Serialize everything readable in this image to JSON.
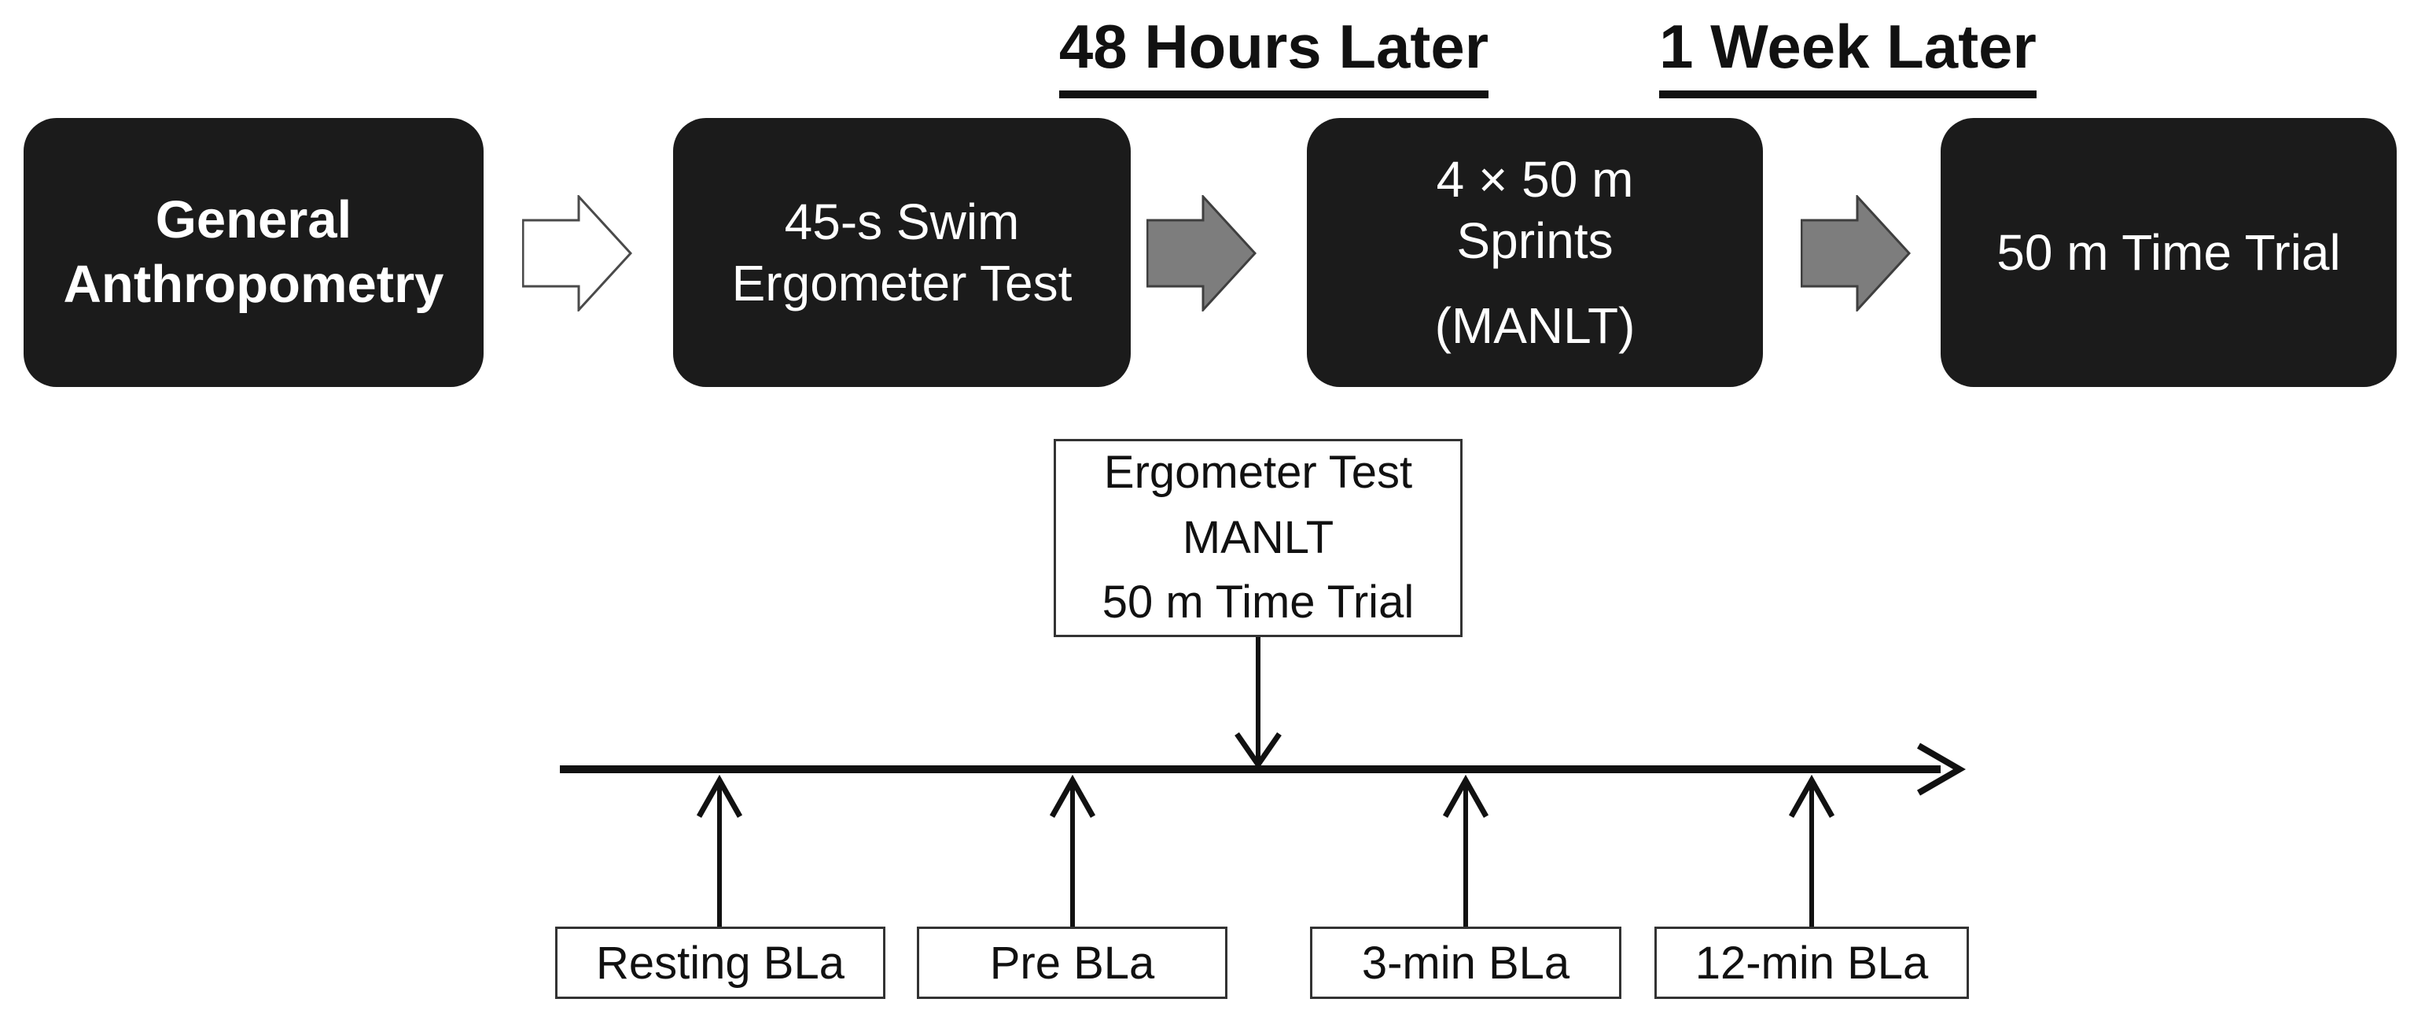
{
  "figure": {
    "description": "Study protocol flow diagram with timeline of blood lactate (BLa) sampling",
    "background": "#ffffff"
  },
  "phase_headers": [
    {
      "label": "48 Hours Later"
    },
    {
      "label": "1 Week Later"
    }
  ],
  "flow_steps": [
    {
      "lines": [
        "General",
        "Anthropometry"
      ]
    },
    {
      "lines": [
        "45-s Swim",
        "Ergometer Test"
      ]
    },
    {
      "lines": [
        "4 × 50 m",
        "Sprints",
        "(MANLT)"
      ]
    },
    {
      "lines": [
        "50 m Time Trial"
      ]
    }
  ],
  "flow_connectors": [
    {
      "name": "arrow-1",
      "fill": "#ffffff",
      "stroke": "#4a4a4a"
    },
    {
      "name": "arrow-2",
      "fill": "#7d7d7d",
      "stroke": "#3f3f3f"
    },
    {
      "name": "arrow-3",
      "fill": "#7d7d7d",
      "stroke": "#3f3f3f"
    }
  ],
  "note_box": {
    "lines": [
      "Ergometer Test",
      "MANLT",
      "50 m Time Trial"
    ]
  },
  "bla_samples": [
    {
      "label": "Resting BLa"
    },
    {
      "label": "Pre BLa"
    },
    {
      "label": "3-min BLa"
    },
    {
      "label": "12-min BLa"
    }
  ],
  "colors": {
    "step_box_bg": "#1b1b1b",
    "step_box_text": "#ffffff",
    "line_color": "#111111",
    "gray_arrow": "#7d7d7d",
    "white_arrow": "#ffffff"
  }
}
